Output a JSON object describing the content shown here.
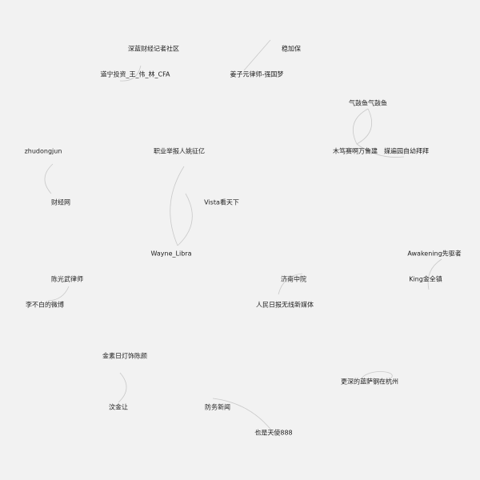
{
  "graph": {
    "style": {
      "background": "#f2f2f2",
      "edge_color": "#c9c9c9",
      "label_color": "#222222"
    },
    "nodes": [
      {
        "id": "n1",
        "label": "深蓝财经记者社区"
      },
      {
        "id": "n2",
        "label": "稳加保"
      },
      {
        "id": "n3",
        "label": "道宁投资_王_伟_林_CFA"
      },
      {
        "id": "n4",
        "label": "姜子元律师-强国梦"
      },
      {
        "id": "n5",
        "label": "气鼓鱼气鼓鱼"
      },
      {
        "id": "n6",
        "label": "zhudongjun"
      },
      {
        "id": "n7",
        "label": "职业举报人姚征亿"
      },
      {
        "id": "n8",
        "label": "木笃赛啊万鲁建"
      },
      {
        "id": "n9",
        "label": "媒遍园自幼拜拜"
      },
      {
        "id": "n10",
        "label": "财经网"
      },
      {
        "id": "n11",
        "label": "Vista看天下"
      },
      {
        "id": "n12",
        "label": "Wayne_Libra"
      },
      {
        "id": "n13",
        "label": "Awakening先驱者"
      },
      {
        "id": "n14",
        "label": "陈光武律师"
      },
      {
        "id": "n15",
        "label": "济南中院"
      },
      {
        "id": "n16",
        "label": "King金全镇"
      },
      {
        "id": "n17",
        "label": "李不白的微博"
      },
      {
        "id": "n18",
        "label": "人民日报无线新媒体"
      },
      {
        "id": "n19",
        "label": "金素日灯饰陈颜"
      },
      {
        "id": "n20",
        "label": "更深的蓝萨钢在杭州"
      },
      {
        "id": "n21",
        "label": "汶金让"
      },
      {
        "id": "n22",
        "label": "防务新闻"
      },
      {
        "id": "n23",
        "label": "也是天使888"
      }
    ],
    "edges": [
      {
        "id": "e1",
        "source": "n1",
        "target": "n3"
      },
      {
        "id": "e2",
        "source": "n2",
        "target": "n4"
      },
      {
        "id": "e3",
        "source": "n5",
        "target": "n8"
      },
      {
        "id": "e4",
        "source": "n5",
        "target": "n8"
      },
      {
        "id": "e5",
        "source": "n8",
        "target": "n9"
      },
      {
        "id": "e6",
        "source": "n6",
        "target": "n10"
      },
      {
        "id": "e7",
        "source": "n7",
        "target": "n12"
      },
      {
        "id": "e8",
        "source": "n11",
        "target": "n12"
      },
      {
        "id": "e9",
        "source": "n13",
        "target": "n16"
      },
      {
        "id": "e10",
        "source": "n14",
        "target": "n17"
      },
      {
        "id": "e11",
        "source": "n15",
        "target": "n18"
      },
      {
        "id": "e12",
        "source": "n19",
        "target": "n21"
      },
      {
        "id": "e13",
        "source": "n20",
        "target": "n20"
      },
      {
        "id": "e14",
        "source": "n22",
        "target": "n23"
      }
    ]
  }
}
